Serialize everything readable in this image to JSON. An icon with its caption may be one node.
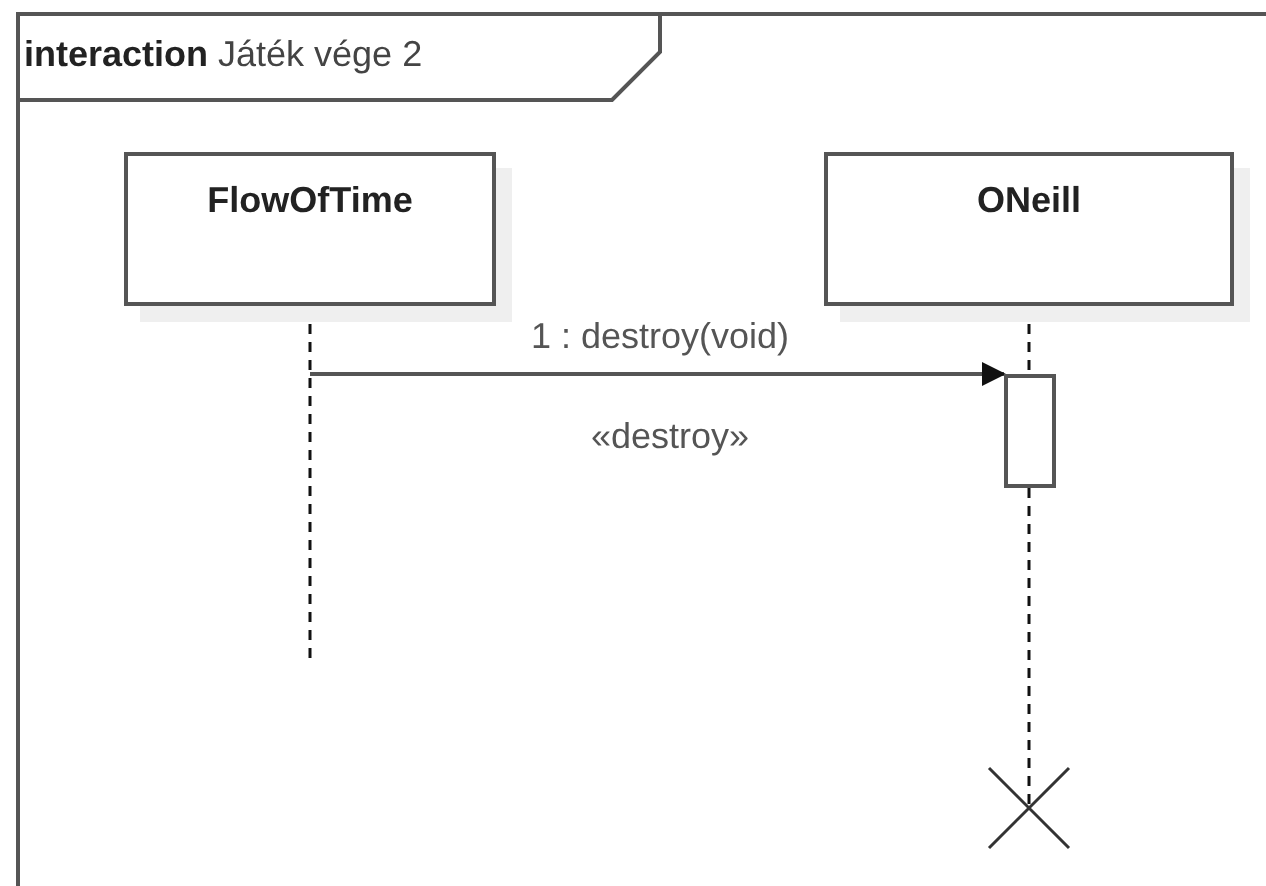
{
  "diagram": {
    "nodes": [
      {
        "text": [
          "**interaction** Játék vége 2"
        ]
      },
      {
        "text": [
          "FlowOfTime"
        ],
        "in": 0
      },
      {
        "text": [
          "ONeill"
        ],
        "in": 0
      },
      {
        "text": [],
        "shape": "bar",
        "in": 0
      },
      {
        "text": [],
        "shape": "cross",
        "in": 0
      }
    ],
    "edges": [
      {
        "from": 1,
        "to": 3,
        "arrow": "to",
        "label": "1 : destroy(void)"
      },
      {
        "from": 2,
        "to": 3,
        "arrow": "none",
        "style": "dashed"
      },
      {
        "from": 3,
        "to": 4,
        "arrow": "none",
        "style": "dashed"
      }
    ],
    "labels": [
      "«destroy»"
    ]
  }
}
